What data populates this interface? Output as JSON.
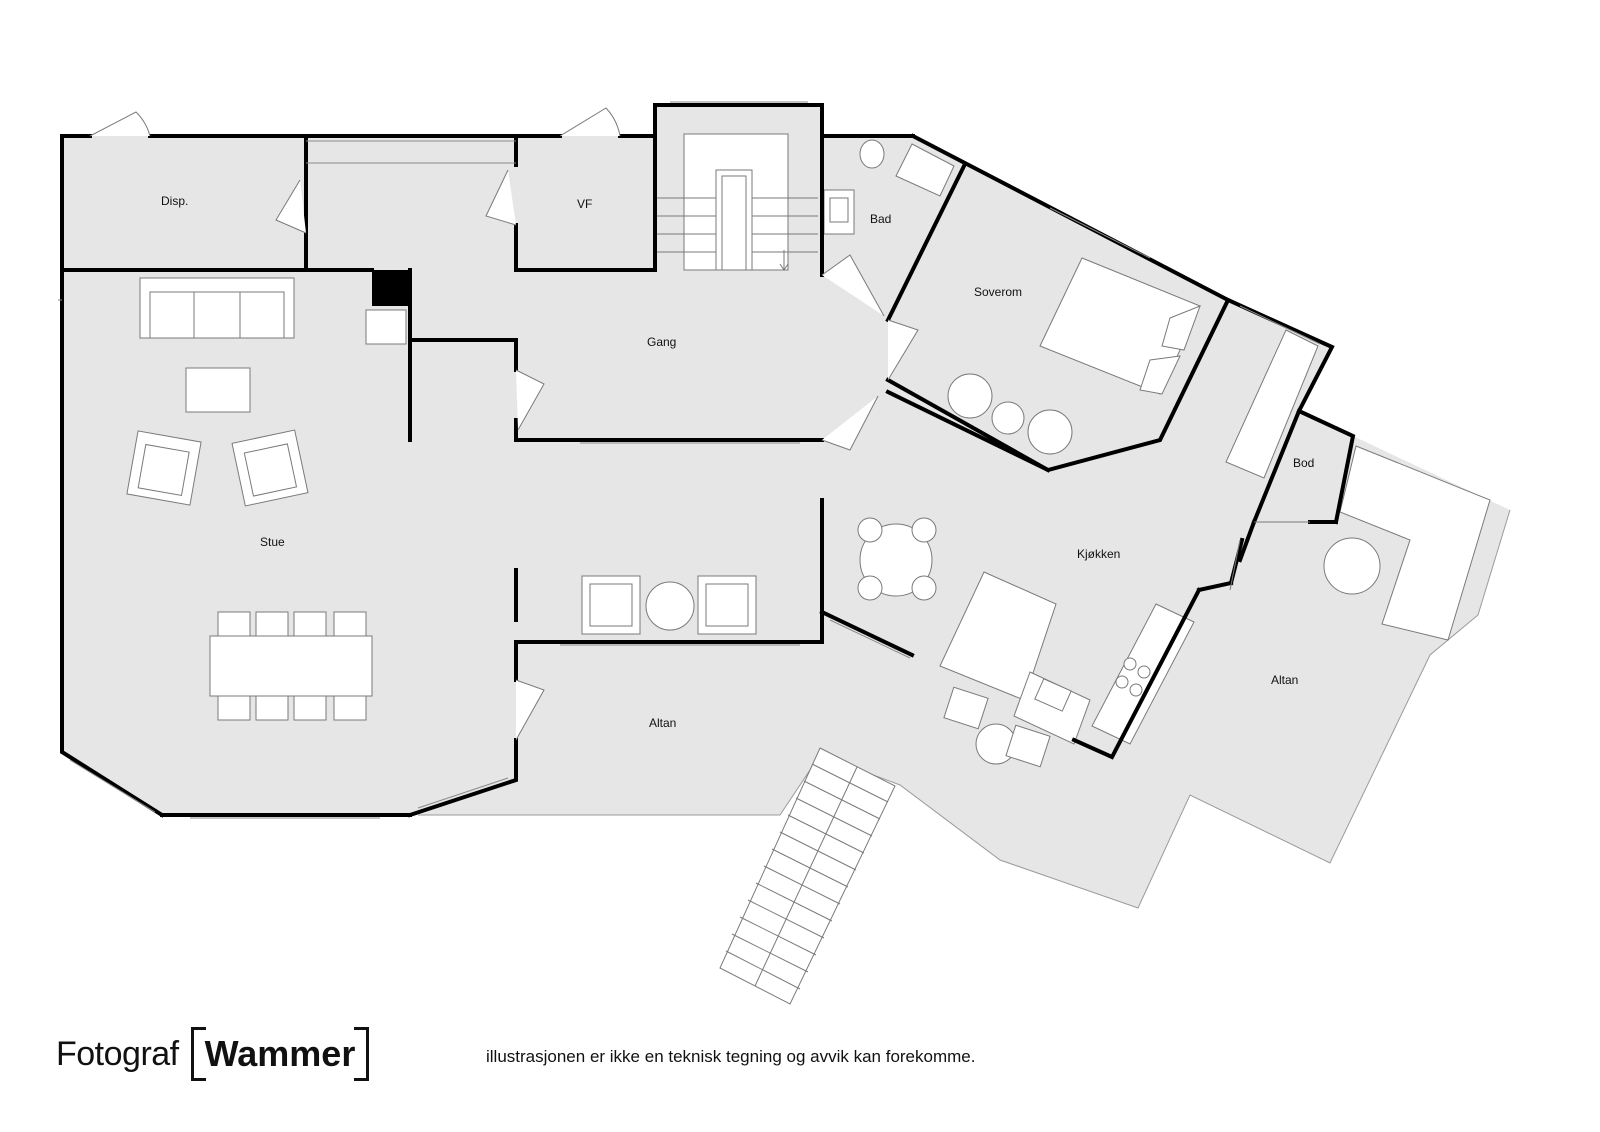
{
  "rooms": {
    "disp": "Disp.",
    "vf": "VF",
    "bad": "Bad",
    "soverom": "Soverom",
    "gang": "Gang",
    "stue": "Stue",
    "kjokken": "Kjøkken",
    "bod": "Bod",
    "altan_south": "Altan",
    "altan_east": "Altan"
  },
  "brand": {
    "fotograf": "Fotograf",
    "wammer": "Wammer"
  },
  "disclaimer": "illustrasjonen er ikke en teknisk tegning og avvik kan forekomme."
}
